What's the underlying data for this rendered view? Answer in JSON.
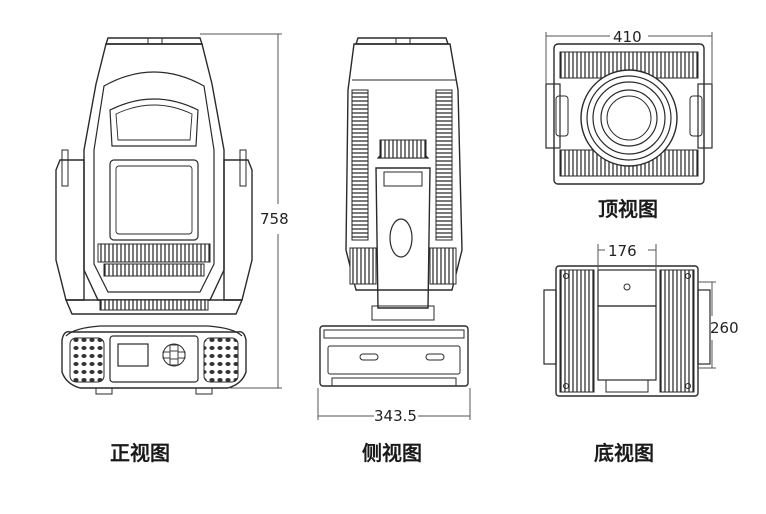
{
  "views": {
    "front": {
      "caption": "正视图",
      "height_dim": "758"
    },
    "side": {
      "caption": "侧视图",
      "width_dim": "343.5"
    },
    "top": {
      "caption": "顶视图",
      "width_dim": "410"
    },
    "bottom": {
      "caption": "底视图",
      "width_dim": "176",
      "height_dim": "260"
    }
  }
}
